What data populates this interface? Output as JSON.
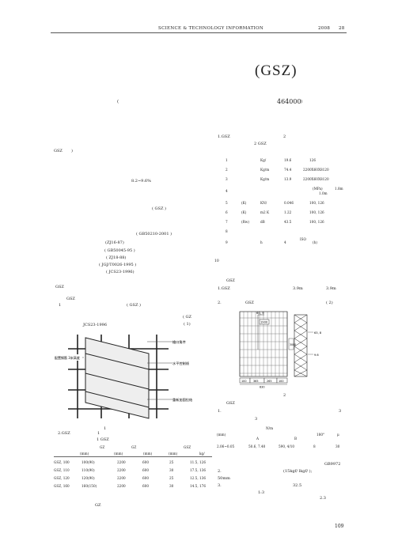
{
  "header": {
    "journal": "SCIENCE & TECHNOLOGY INFORMATION",
    "year": "2008",
    "issue_no": "28"
  },
  "title": "(GSZ)",
  "author_line": {
    "open_paren": "(",
    "postcode": "464000",
    "close_paren": ")"
  },
  "left_col": {
    "gsz_label": "GSZ",
    "gsz_paren_close": ")",
    "percent_range": "8.2~9.6%",
    "gsz_ref": "(  GSZ  )",
    "standards": [
      "( GB50210-2001 )",
      "(ZJ16-87)",
      "( GB50045-95 )",
      "( ZJ18-88)",
      "( JGJ/T0026-1995 )",
      "( JCS23-1996)"
    ],
    "section_gsz": "GSZ",
    "gsz2": "GSZ",
    "item1": "1",
    "gsz_paren": "(  GSZ  )",
    "gz_paren": "(  GZ",
    "one_paren": "(  1)",
    "jcs": "JCS23-1996",
    "fig1_caption": "1",
    "sec2": "2.GSZ",
    "sec2_one": "1",
    "table1_title": "1  GSZ",
    "gz_word": "GZ"
  },
  "figure1": {
    "label_top": "檐口角件",
    "label_middle": "水平控制线",
    "label_bottom": "重新加固拉结",
    "label_left": "配置钢筋 3米高度"
  },
  "table1": {
    "col_groups": [
      "GZ",
      "GZ",
      "",
      "GSZ"
    ],
    "headers": [
      "(mm)",
      "(mm)",
      "(mm)",
      "(mm)",
      "kg/"
    ],
    "rows": [
      [
        "GSZ, 100",
        "100(90)",
        "2200",
        "600",
        "25",
        "11.5, 126"
      ],
      [
        "GSZ, 110",
        "110(90)",
        "2200",
        "600",
        "30",
        "17.5, 136"
      ],
      [
        "GSZ, 120",
        "120(90)",
        "2200",
        "600",
        "25",
        "12.5, 136"
      ],
      [
        "GSZ, 160",
        "160(150)",
        "2200",
        "600",
        "30",
        "14.5, 176"
      ]
    ]
  },
  "right_col": {
    "sec1": "1.GSZ",
    "sec_num2": "2",
    "table2_title": "2  GSZ",
    "unit_note_1": "(MPa)",
    "unit_note_2": "1.0m",
    "unit_note_3": "(h)",
    "page_ref": "10",
    "gsz_sec": "GSZ",
    "gsz_item1": "1.GSZ",
    "dim_39": "3.9m",
    "dim_39b": "3.9m",
    "item2": "2.",
    "item2_gsz": "GSZ",
    "item2_paren": "(  2)",
    "fig2_caption": "2",
    "gsz_sec3": "GSZ",
    "item_1": "1.",
    "three": "3",
    "three_b": "3",
    "gb": "GB9972",
    "item_2": "2.",
    "kgf": "(15kgf/  lkgf/ );",
    "mm50": "50mm",
    "item_3": "3.",
    "ratio": "32.5",
    "ratio2": "1:3",
    "val23": "2.3"
  },
  "table2": {
    "rows": [
      [
        "1",
        "Kg/",
        "19.6",
        "126"
      ],
      [
        "2",
        "Kg/m",
        "74.4",
        "2200X60X8120"
      ],
      [
        "3",
        "Kg/m",
        "13.9",
        "2200X60X8120"
      ],
      [
        "4",
        "",
        "",
        "",
        "1.8m"
      ],
      [
        "5",
        "(K)",
        "KN/",
        "0.046",
        "100, 126"
      ],
      [
        "6",
        "(K)",
        "m2  K",
        "1.22",
        "100, 126"
      ],
      [
        "7",
        "(Rw)",
        "dB",
        "43.5",
        "100, 126"
      ],
      [
        "8",
        "",
        "",
        "",
        ""
      ],
      [
        "9",
        "",
        "h",
        "4",
        "ISO"
      ]
    ]
  },
  "table3": {
    "unit": "N/m",
    "unit2": "(mm)",
    "col_a": "A",
    "col_b": "B",
    "col_c": "180°",
    "col_d": "μ",
    "row": [
      "2.06~0.05",
      "50.6, 7.40",
      "590, 4/10",
      "8",
      "30"
    ]
  },
  "figure2": {
    "label_top": "60, 9",
    "label_mid": "1900",
    "label_h": "3000",
    "label_r1": "63, 8",
    "label_r2": "9.6",
    "dims": [
      "100",
      "365",
      "265",
      "100"
    ],
    "total": "830"
  },
  "footer": {
    "page_number": "109"
  }
}
